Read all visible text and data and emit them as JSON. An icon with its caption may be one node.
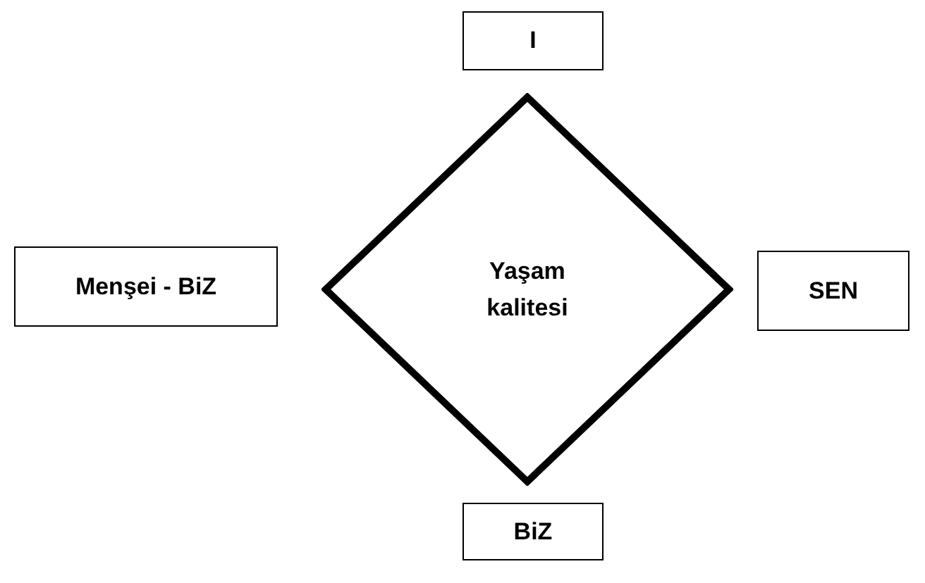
{
  "diagram": {
    "nodes": [
      {
        "text": [
          "I"
        ]
      },
      {
        "text": [
          "Yaşam kalitesi"
        ]
      },
      {
        "text": [
          "Menşei - BiZ"
        ]
      },
      {
        "text": [
          "SEN"
        ]
      },
      {
        "text": [
          "BiZ"
        ]
      }
    ]
  }
}
